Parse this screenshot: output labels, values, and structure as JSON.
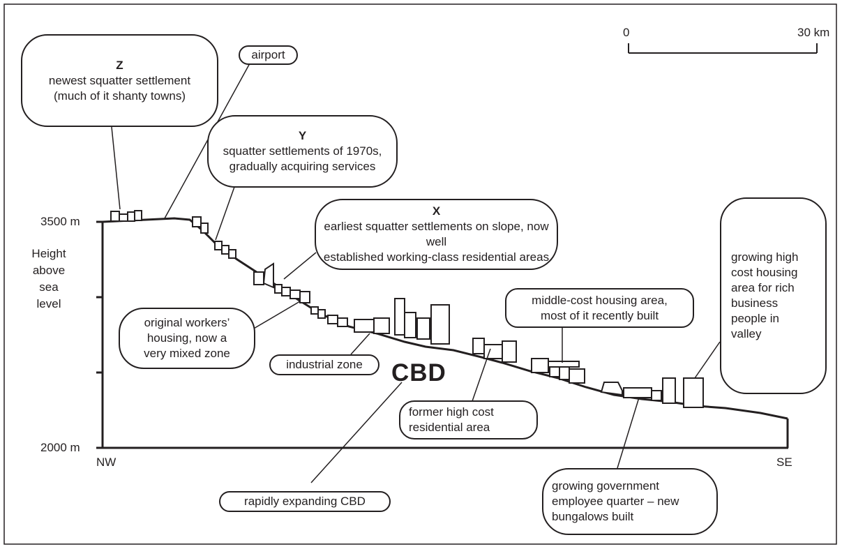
{
  "scale_bar": {
    "start_label": "0",
    "end_label": "30 km"
  },
  "axis": {
    "top_label": "3500 m",
    "bottom_label": "2000 m",
    "title_line1": "Height",
    "title_line2": "above",
    "title_line3": "sea",
    "title_line4": "level",
    "left_end": "NW",
    "right_end": "SE"
  },
  "callouts": {
    "z": {
      "key": "Z",
      "line1": "newest squatter settlement",
      "line2": "(much of it shanty towns)"
    },
    "airport": "airport",
    "y": {
      "key": "Y",
      "line1": "squatter settlements of 1970s,",
      "line2": "gradually acquiring services"
    },
    "x": {
      "key": "X",
      "line1": "earliest squatter settlements on slope, now well",
      "line2": "established working-class residential areas"
    },
    "workers": {
      "line1": "original workers’",
      "line2": "housing, now a",
      "line3": "very mixed zone"
    },
    "industrial": "industrial zone",
    "cbd": "CBD",
    "rapid_cbd": "rapidly expanding CBD",
    "former_high": {
      "line1": "former high cost",
      "line2": "residential area"
    },
    "middle_cost": {
      "line1": "middle-cost housing area,",
      "line2": "most of it recently built"
    },
    "government": {
      "line1": "growing government",
      "line2": "employee quarter – new",
      "line3": "bungalows built"
    },
    "high_cost": {
      "line1": "growing high",
      "line2": "cost housing",
      "line3": "area for rich",
      "line4": "business",
      "line5": "people in",
      "line6": "valley"
    }
  },
  "colors": {
    "ink": "#231f20",
    "paper": "#ffffff"
  }
}
